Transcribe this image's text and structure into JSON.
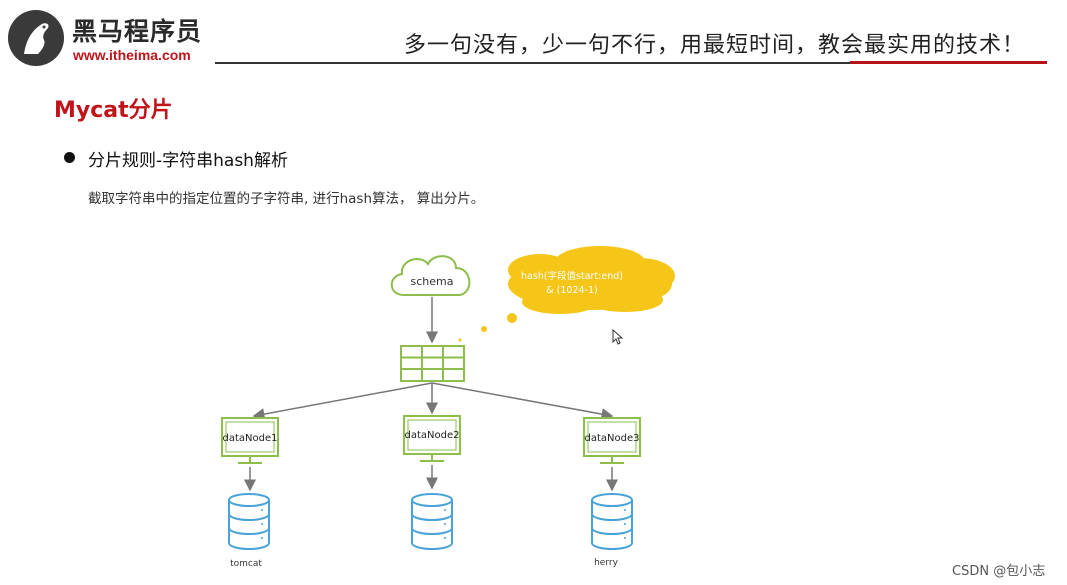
{
  "header": {
    "brand_name": "黑马程序员",
    "brand_url": "www.itheima.com",
    "slogan": "多一句没有，少一句不行，用最短时间，教会最实用的技术！",
    "accent_color": "#c0141a"
  },
  "slide": {
    "title": "Mycat分片",
    "bullet": "分片规则-字符串hash解析",
    "description": "截取字符串中的指定位置的子字符串, 进行hash算法， 算出分片。"
  },
  "diagram": {
    "schema_label": "schema",
    "formula_line1": "hash(字段值start:end)",
    "formula_line2": "& (1024-1)",
    "nodes": [
      {
        "label": "dataNode1",
        "db": "tomcat"
      },
      {
        "label": "dataNode2",
        "db": ""
      },
      {
        "label": "dataNode3",
        "db": "herry"
      }
    ],
    "colors": {
      "green": "#8dbd4a",
      "blue": "#4aa3d8",
      "yellow": "#f5c518"
    }
  },
  "watermark": "CSDN @包小志"
}
